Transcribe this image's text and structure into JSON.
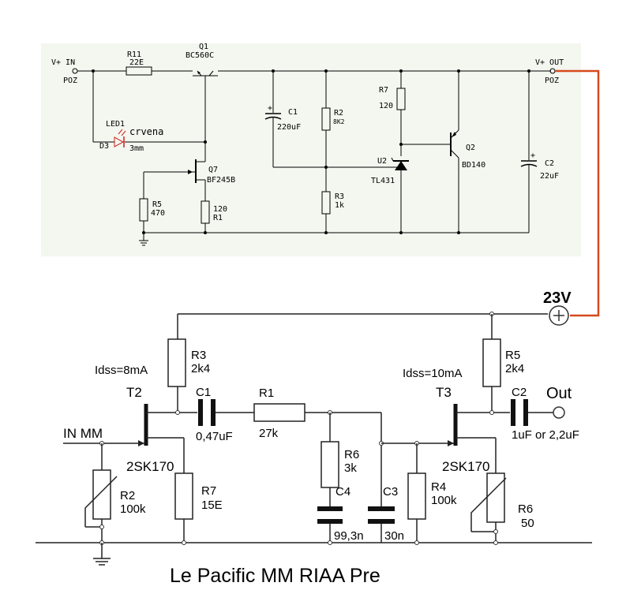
{
  "regulator": {
    "vin_label": "V+ IN",
    "vin_poz": "POZ",
    "vout_label": "V+ OUT",
    "vout_poz": "POZ",
    "r11_name": "R11",
    "r11_value": "22E",
    "q1_name": "Q1",
    "q1_part": "BC560C",
    "c1_name": "C1",
    "c1_value": "220uF",
    "r2_name": "R2",
    "r2_value": "8K2",
    "r7_name": "R7",
    "r7_value": "120",
    "u2_name": "U2",
    "u2_part": "TL431",
    "q2_name": "Q2",
    "q2_part": "BD140",
    "c2_name": "C2",
    "c2_value": "22uF",
    "led_name": "LED1",
    "led_color": "crvena",
    "d3_name": "D3",
    "led_size": "3mm",
    "q7_name": "Q7",
    "q7_part": "BF245B",
    "r5_name": "R5",
    "r5_value": "470",
    "r1_value": "120",
    "r1_name": "R1",
    "r3_name": "R3",
    "r3_value": "1k"
  },
  "preamp": {
    "supply_label": "23V",
    "r3_name": "R3",
    "r3_value": "2k4",
    "idss_t2": "Idss=8mA",
    "t2_name": "T2",
    "t2_part": "2SK170",
    "c1_name": "C1",
    "c1_value": "0,47uF",
    "r1_name": "R1",
    "r1_value": "27k",
    "in_label": "IN MM",
    "r2_name": "R2",
    "r2_value": "100k",
    "r7_name": "R7",
    "r7_value": "15E",
    "r6_name": "R6",
    "r6_value": "3k",
    "c4_name": "C4",
    "c4_value": "99,3n",
    "c3_name": "C3",
    "c3_value": "30n",
    "idss_t3": "Idss=10mA",
    "t3_name": "T3",
    "t3_part": "2SK170",
    "r5_name": "R5",
    "r5_value": "2k4",
    "c2_name": "C2",
    "c2_value": "1uF or 2,2uF",
    "out_label": "Out",
    "r4_name": "R4",
    "r4_value": "100k",
    "r6b_name": "R6",
    "r6b_value": "50"
  },
  "caption": "Le Pacific MM RIAA Pre",
  "colors": {
    "regulator_bg": "#f3f7ef",
    "supply_wire": "#d64a1e",
    "led": "#cc2222"
  }
}
